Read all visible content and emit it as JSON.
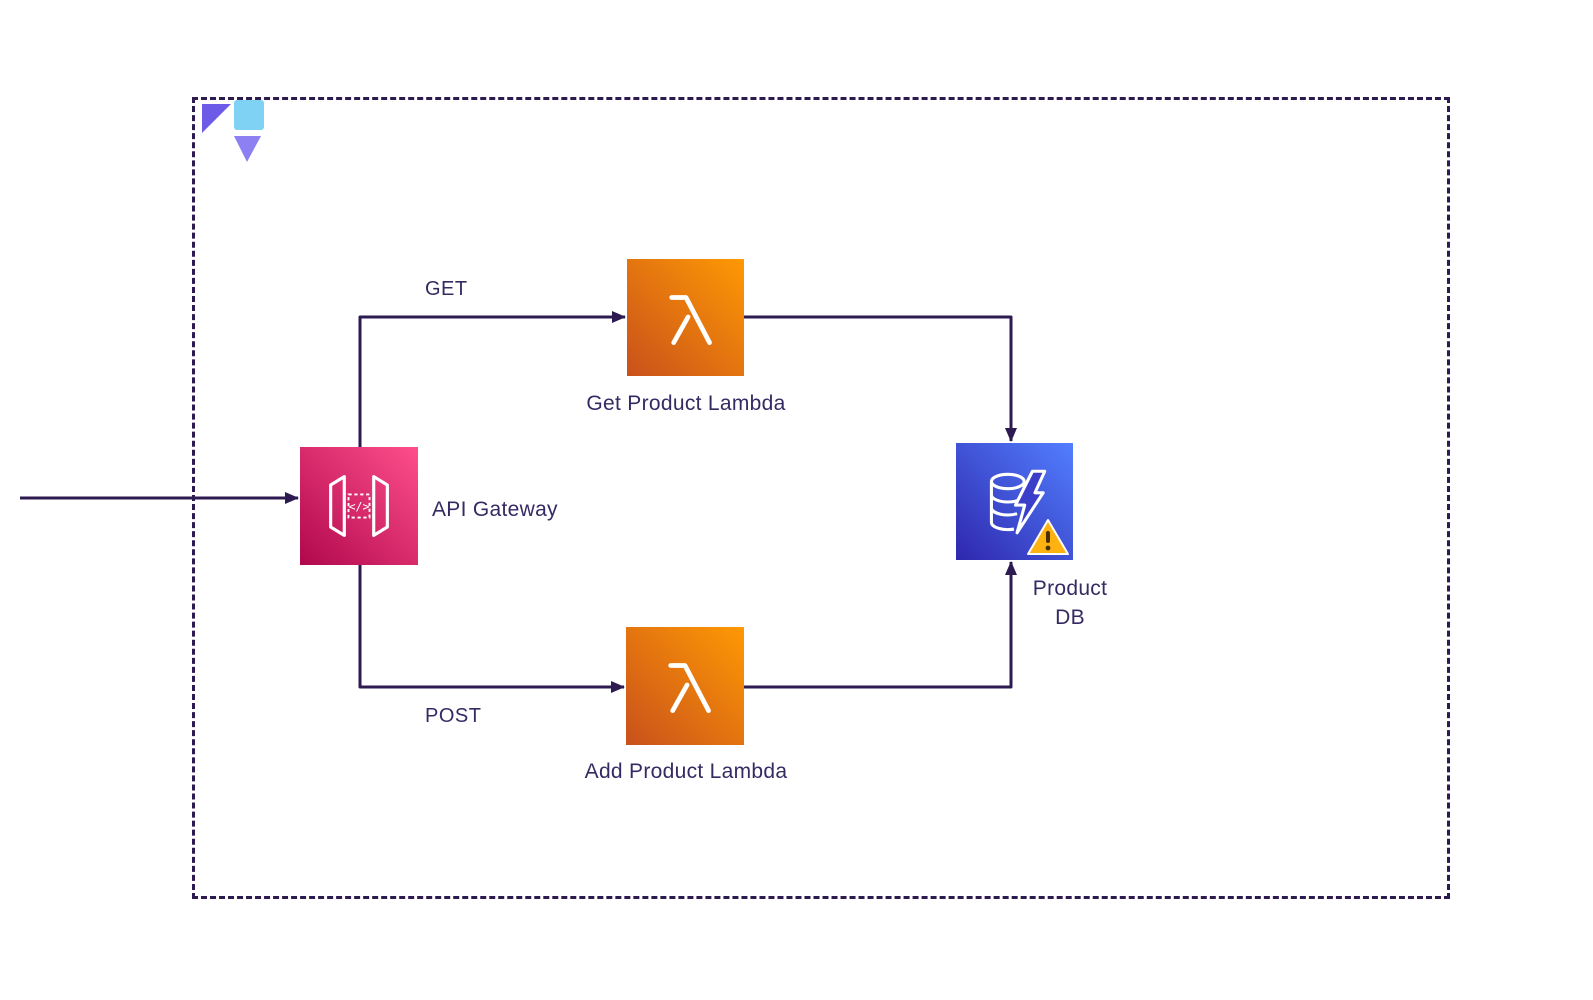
{
  "diagram": {
    "boundary": {
      "style": "dashed",
      "color": "#2d1a50"
    },
    "brand": {
      "icon": "brand-logo",
      "colors": {
        "purple": "#6c5be6",
        "light_purple": "#8d80f2",
        "blue": "#7fd2f4"
      }
    },
    "nodes": {
      "api_gateway": {
        "label": "API Gateway",
        "icon": "api-gateway-icon",
        "gradient": [
          "#b0084d",
          "#ff4f8b"
        ]
      },
      "get_lambda": {
        "label": "Get Product Lambda",
        "icon": "lambda-icon",
        "gradient": [
          "#c8511b",
          "#ff9904"
        ]
      },
      "add_lambda": {
        "label": "Add Product Lambda",
        "icon": "lambda-icon",
        "gradient": [
          "#c8511b",
          "#ff9904"
        ]
      },
      "product_db": {
        "label_line1": "Product",
        "label_line2": "DB",
        "icon": "dynamodb-icon",
        "status_icon": "warning-icon",
        "gradient": [
          "#2e27ad",
          "#527fff"
        ],
        "warning_color": "#feb211"
      }
    },
    "edges": {
      "inbound": {
        "from": "external",
        "to": "api_gateway",
        "label": ""
      },
      "get": {
        "from": "api_gateway",
        "to": "get_lambda",
        "label": "GET"
      },
      "post": {
        "from": "api_gateway",
        "to": "add_lambda",
        "label": "POST"
      },
      "get_to_db": {
        "from": "get_lambda",
        "to": "product_db",
        "label": ""
      },
      "post_to_db": {
        "from": "add_lambda",
        "to": "product_db",
        "label": ""
      }
    },
    "colors": {
      "line": "#2d1a50",
      "text": "#362a63"
    }
  }
}
